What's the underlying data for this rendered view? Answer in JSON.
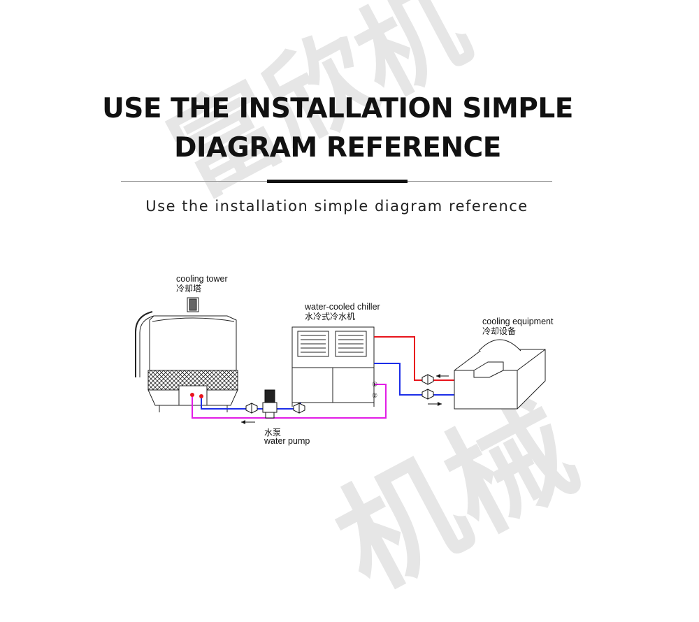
{
  "watermark": {
    "top": "富欣机",
    "bottom": "机械"
  },
  "heading": {
    "line1": "USE THE INSTALLATION SIMPLE",
    "line2": "DIAGRAM REFERENCE"
  },
  "subtitle": "Use the installation simple diagram reference",
  "diagram": {
    "cooling_tower": {
      "en": "cooling tower",
      "zh": "冷却塔"
    },
    "chiller": {
      "en": "water-cooled chiller",
      "zh": "水冷式冷水机"
    },
    "cooling_equipment": {
      "en": "cooling equipment",
      "zh": "冷却设备"
    },
    "water_pump": {
      "zh": "水泵",
      "en": "water pump"
    },
    "port_1": "①",
    "port_2": "②",
    "colors": {
      "hot_pipe": "#e8141c",
      "cold_pipe": "#1c2ee8",
      "tower_loop": "#e21de6"
    }
  }
}
